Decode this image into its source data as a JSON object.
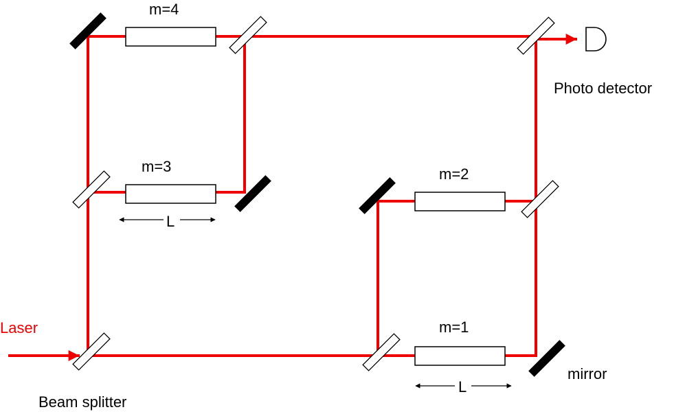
{
  "colors": {
    "beam": "#ee0000",
    "laser_label": "#ee0000",
    "mirror": "#000000",
    "splitter_fill": "#ffffff",
    "text": "#000000"
  },
  "labels": {
    "laser": "Laser",
    "beam_splitter": "Beam splitter",
    "photo_detector": "Photo detector",
    "mirror": "mirror"
  },
  "stages": [
    {
      "id": "stage-1",
      "label": "m=1"
    },
    {
      "id": "stage-2",
      "label": "m=2"
    },
    {
      "id": "stage-3",
      "label": "m=3"
    },
    {
      "id": "stage-4",
      "label": "m=4"
    }
  ],
  "length_markers": [
    {
      "id": "length-marker-stage-3",
      "label": "L"
    },
    {
      "id": "length-marker-stage-1",
      "label": "L"
    }
  ]
}
